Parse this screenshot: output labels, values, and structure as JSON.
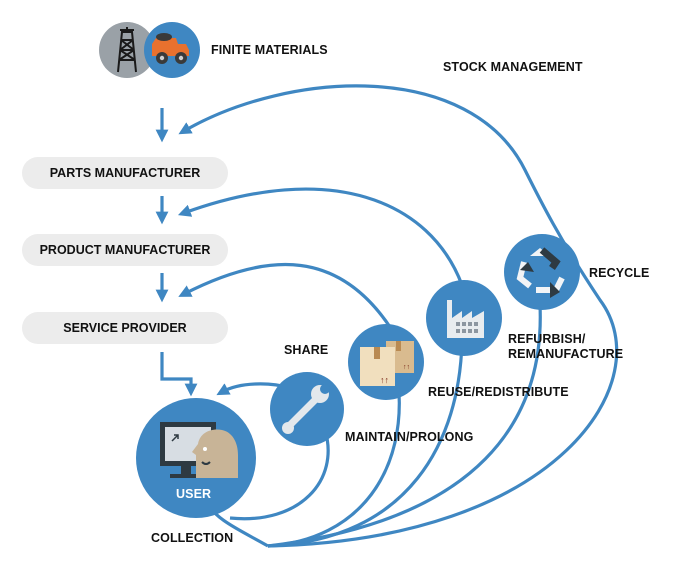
{
  "colors": {
    "accent": "#3f87c2",
    "pill": "#ececec",
    "grey": "#9aa1a7",
    "dark": "#2e3a42",
    "skin": "#c8b497",
    "box": "#f1dfbe",
    "tape": "#b98a52"
  },
  "sources": {
    "label": "FINITE MATERIALS",
    "icons": [
      "oil-derrick-icon",
      "mining-truck-icon"
    ]
  },
  "stock_label": "STOCK MANAGEMENT",
  "chain": [
    {
      "label": "PARTS MANUFACTURER"
    },
    {
      "label": "PRODUCT MANUFACTURER"
    },
    {
      "label": "SERVICE PROVIDER"
    }
  ],
  "user": {
    "label": "USER",
    "icon": "user-computer-icon"
  },
  "collection_label": "COLLECTION",
  "loops": [
    {
      "label": "SHARE"
    },
    {
      "label": "MAINTAIN/PROLONG",
      "icon": "wrench-icon"
    },
    {
      "label": "REUSE/REDISTRIBUTE",
      "icon": "boxes-icon"
    },
    {
      "label": "REFURBISH/",
      "label2": "REMANUFACTURE",
      "icon": "factory-icon"
    },
    {
      "label": "RECYCLE",
      "icon": "recycle-icon"
    }
  ]
}
